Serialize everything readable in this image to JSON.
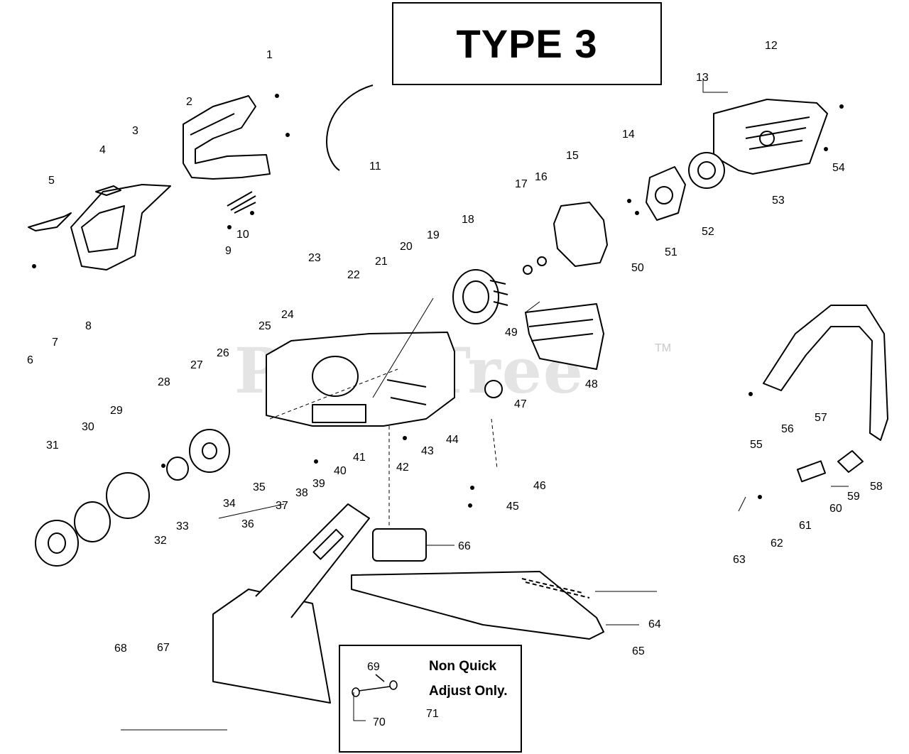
{
  "title": "TYPE 3",
  "watermark": "PartsTree",
  "trademark": "TM",
  "note": {
    "line1": "Non Quick",
    "line2": "Adjust Only."
  },
  "part_numbers": [
    "1",
    "2",
    "3",
    "4",
    "5",
    "6",
    "7",
    "8",
    "9",
    "10",
    "11",
    "12",
    "13",
    "14",
    "15",
    "16",
    "17",
    "18",
    "19",
    "20",
    "21",
    "22",
    "23",
    "24",
    "25",
    "26",
    "27",
    "28",
    "29",
    "30",
    "31",
    "32",
    "33",
    "34",
    "35",
    "36",
    "37",
    "38",
    "39",
    "40",
    "41",
    "42",
    "43",
    "44",
    "45",
    "46",
    "47",
    "48",
    "49",
    "50",
    "51",
    "52",
    "53",
    "54",
    "55",
    "56",
    "57",
    "58",
    "59",
    "60",
    "61",
    "62",
    "63",
    "64",
    "65",
    "66",
    "67",
    "68",
    "69",
    "70",
    "71"
  ]
}
